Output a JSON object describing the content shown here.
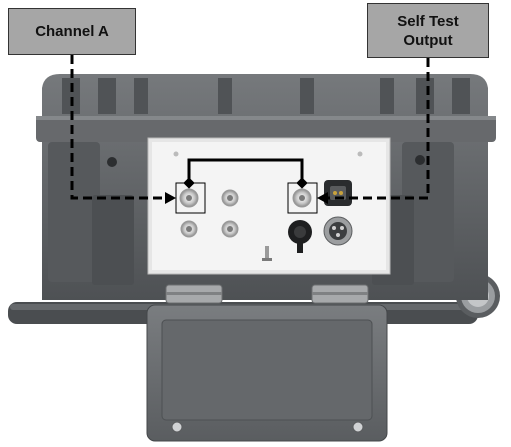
{
  "labels": {
    "channel_a": "Channel A",
    "self_test_line1": "Self Test",
    "self_test_line2": "Output"
  },
  "colors": {
    "case": "#5d6063",
    "case_dark": "#45484b",
    "panel": "#f2f2f2",
    "lid": "#6b6e71",
    "callout_fill": "#a6a6a6",
    "arrow": "#000000"
  },
  "icons": [
    "bnc-connector-icon",
    "power-connector-icon",
    "multipin-connector-icon",
    "screw-icon",
    "hinge-icon"
  ]
}
